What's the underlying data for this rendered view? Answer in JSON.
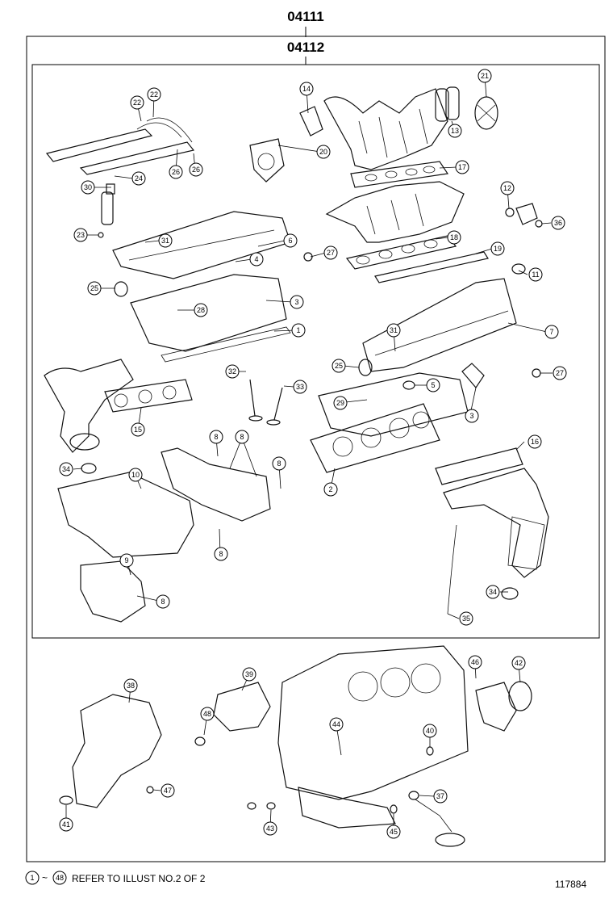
{
  "diagram": {
    "header_outer": "04111",
    "header_inner": "04112",
    "footnote": {
      "start": "1",
      "end": "48",
      "text": "REFER TO ILLUST NO.2 OF 2"
    },
    "illust_code": "117884",
    "callouts": [
      "1",
      "2",
      "3",
      "4",
      "5",
      "6",
      "7",
      "8",
      "9",
      "10",
      "11",
      "12",
      "13",
      "14",
      "15",
      "16",
      "17",
      "18",
      "19",
      "20",
      "21",
      "22",
      "23",
      "24",
      "25",
      "26",
      "27",
      "28",
      "29",
      "30",
      "31",
      "32",
      "33",
      "34",
      "35",
      "36",
      "37",
      "38",
      "39",
      "40",
      "41",
      "42",
      "43",
      "44",
      "45",
      "46",
      "47",
      "48"
    ]
  }
}
